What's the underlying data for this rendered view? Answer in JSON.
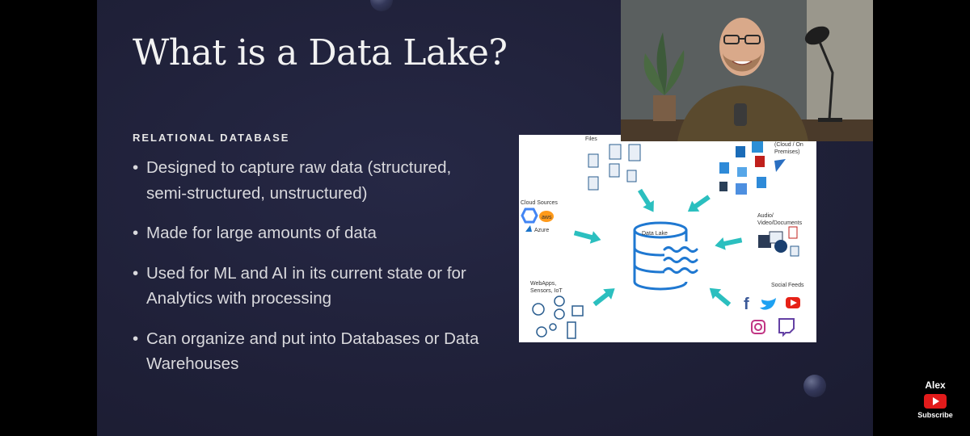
{
  "slide": {
    "title": "What is a Data Lake?",
    "section_label": "RELATIONAL DATABASE",
    "bullets": [
      "Designed to capture raw data (structured, semi-structured, unstructured)",
      "Made for large amounts of data",
      "Used for ML and AI in its current state or for Analytics with processing",
      "Can organize and put into Databases or Data Warehouses"
    ]
  },
  "diagram": {
    "center_label": "Data Lake",
    "labels": {
      "files": "Files",
      "cloud_sources": "Cloud Sources",
      "azure": "Azure",
      "aws": "aws",
      "databases_line1": "(Cloud / On",
      "databases_line2": "Premises)",
      "audio_line1": "Audio/",
      "audio_line2": "Video/Documents",
      "webapps_line1": "WebApps,",
      "webapps_line2": "Sensors, IoT",
      "social": "Social Feeds"
    },
    "colors": {
      "accent": "#2bbfbf",
      "lake": "#1f78d1"
    }
  },
  "watermark": {
    "channel_name": "Alex",
    "subscribe": "Subscribe"
  }
}
